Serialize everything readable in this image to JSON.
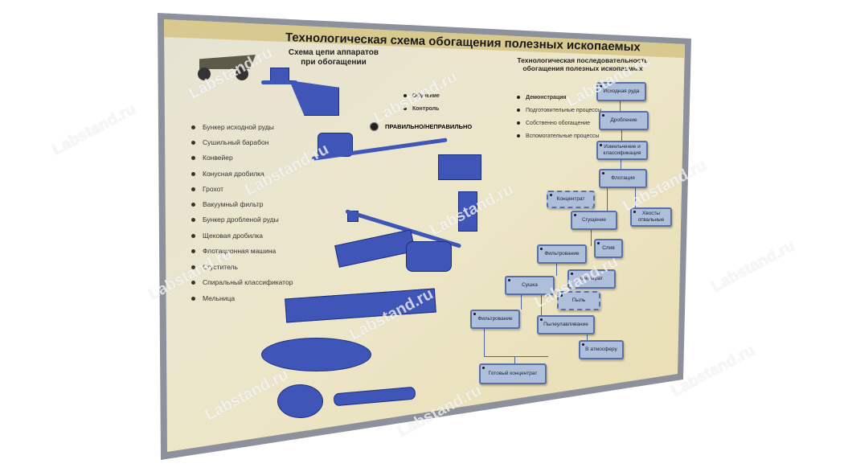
{
  "board": {
    "title": "Технологическая схема обогащения полезных ископаемых",
    "left_subtitle": "Схема цепи аппаратов при обогащении",
    "right_subtitle": "Технологическая последовательность обогащения полезных ископаемых",
    "modes": [
      "Обучение",
      "Контроль"
    ],
    "indicator": "ПРАВИЛЬНО/НЕПРАВИЛЬНО",
    "equipment": [
      "Бункер исходной руды",
      "Сушильный барабон",
      "Конвейер",
      "Конусная дробилка",
      "Грохот",
      "Вакуумный фильтр",
      "Бункер дробленой руды",
      "Щековая дробилка",
      "Флотационная машина",
      "Сгуститель",
      "Спиральный классификатор",
      "Мельница"
    ],
    "process_legend": [
      "Демонстрация",
      "Подготовительные процессы",
      "Собственно обогащение",
      "Вспомогательные процессы"
    ],
    "flow": {
      "ore": "Исходная руда",
      "crushing": "Дробление",
      "grinding": "Измельчение и классификация",
      "flotation": "Флотация",
      "concentrate": "Концентрат",
      "thickening": "Сгущение",
      "tailings": "Хвосты отвальные",
      "filtering1": "Фильтрование",
      "drain": "Слив",
      "filtrate": "Фильтрат",
      "drying": "Сушка",
      "dust": "Пыль",
      "filtering2": "Фильтрование",
      "dust_collection": "Пылеулавливание",
      "atmosphere": "В атмосферу",
      "final": "Готовый концентрат"
    }
  },
  "watermark": "Labstand.ru",
  "colors": {
    "equipment": "#3f55b8",
    "box": "#aebfdc",
    "frame": "#8a8e9a"
  }
}
